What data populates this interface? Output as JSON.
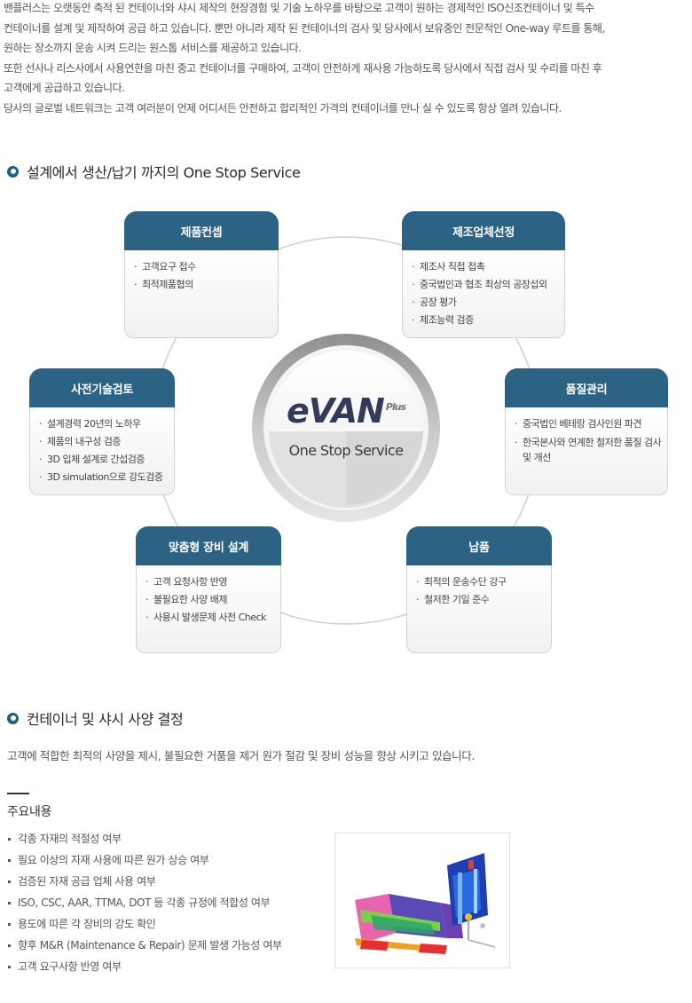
{
  "intro": [
    "밴플러스는 오랫동안 축적 된 컨테이너와 샤시 제작의 현장경험 및 기술 노하우를 바탕으로 고객이 원하는 경제적인 ISO신조컨테이너 및 특수",
    "컨테이너를 설계 및 제작하여 공급 하고 있습니다. 뿐만 아니라 제작 된 컨테이너의 검사 및 당사에서 보유중인 전문적인 One-way 루트를 통해,",
    "원하는 장소까지 운송 시켜 드리는 원스톱 서비스를 제공하고 있습니다.",
    "또한 선사나 리스사에서 사용연한을 마친 중고 컨테이너를 구매하여, 고객이 안전하게 재사용 가능하도록 당사에서 직접 검사 및 수리를 마친 후",
    "고객에게 공급하고 있습니다.",
    "당사의 글로벌 네트워크는 고객 여러분이 언제 어디서든 안전하고 합리적인 가격의 컨테이너를 만나 실 수 있도록 항상 열려 있습니다."
  ],
  "section1": {
    "title": "설계에서 생산/납기 까지의 One Stop Service"
  },
  "logo": {
    "brand": "eVAN",
    "plus": "Plus",
    "subtitle": "One Stop Service"
  },
  "boxes": {
    "concept": {
      "title": "제품컨셉",
      "items": [
        "고객요구 접수",
        "최적제품협의"
      ]
    },
    "maker": {
      "title": "제조업체선정",
      "items": [
        "제조사 직접 접촉",
        "중국법인과 협조 최상의 공장섭외",
        "공장 평가",
        "제조능력 검증"
      ]
    },
    "tech": {
      "title": "사전기술검토",
      "items": [
        "설계경력 20년의 노하우",
        "제품의 내구성 검증",
        "3D 입체 설계로 간섭검증",
        "3D simulation으로 강도검증"
      ]
    },
    "quality": {
      "title": "품질관리",
      "items": [
        "중국법인 베테랑 검사인원 파견",
        "한국본사와 연계한 철저한 품질 검사 및 개선"
      ]
    },
    "custom": {
      "title": "맞춤형 장비 설계",
      "items": [
        "고객 요청사항 반영",
        "불필요한 사양 배제",
        "사용시 발생문제 사전 Check"
      ]
    },
    "delivery": {
      "title": "납품",
      "items": [
        "최적의 운송수단 강구",
        "철저한 기일 준수"
      ]
    }
  },
  "section2": {
    "title": "컨테이너 및 샤시 사양 결정",
    "description": "고객에 적합한 최적의 사양을 제시, 불필요한 거품을 제거 원가 절감 및 장비 성능을 향상 시키고 있습니다.",
    "main_label": "주요내용",
    "items": [
      "각종 자재의 적절성 여부",
      "필요 이상의 자재 사용에 따른 원가 상승 여부",
      "검증된 자재 공급 업체 사용 여부",
      "ISO, CSC, AAR, TTMA, DOT 등 각종 규정에 적합성 여부",
      "용도에 따른 각 장비의 강도 확인",
      "향후 M&R (Maintenance & Repair) 문제 발생 가능성 여부",
      "고객 요구사항 반영 여부"
    ]
  }
}
